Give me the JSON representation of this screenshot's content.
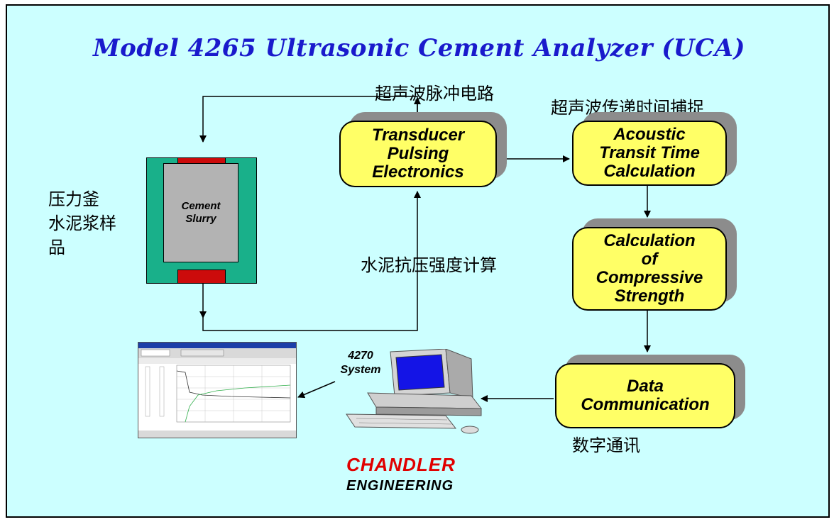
{
  "title": "Model 4265 Ultrasonic Cement Analyzer (UCA)",
  "labels": {
    "pulse_circuit": "超声波脉冲电路",
    "transit_capture": "超声波传递时间捕捉",
    "vessel_sample": "压力釜\n水泥浆样\n品",
    "strength_calc": "水泥抗压强度计算",
    "digital_comm": "数字通讯"
  },
  "boxes": {
    "transducer": "Transducer\nPulsing\nElectronics",
    "acoustic": "Acoustic\nTransit Time\nCalculation",
    "compressive": "Calculation\nof\nCompressive\nStrength",
    "data_comm": "Data\nCommunication"
  },
  "vessel": {
    "label": "Cement\nSlurry"
  },
  "system_label": "4270\nSystem",
  "brand": {
    "name": "CHANDLER",
    "sub": "ENGINEERING"
  },
  "colors": {
    "background": "#ccffff",
    "box_fill": "#ffff66",
    "title": "#1a1acc",
    "vessel_outer": "#19b08a",
    "vessel_cap": "#cc0b0b",
    "brand_red": "#e00000"
  }
}
